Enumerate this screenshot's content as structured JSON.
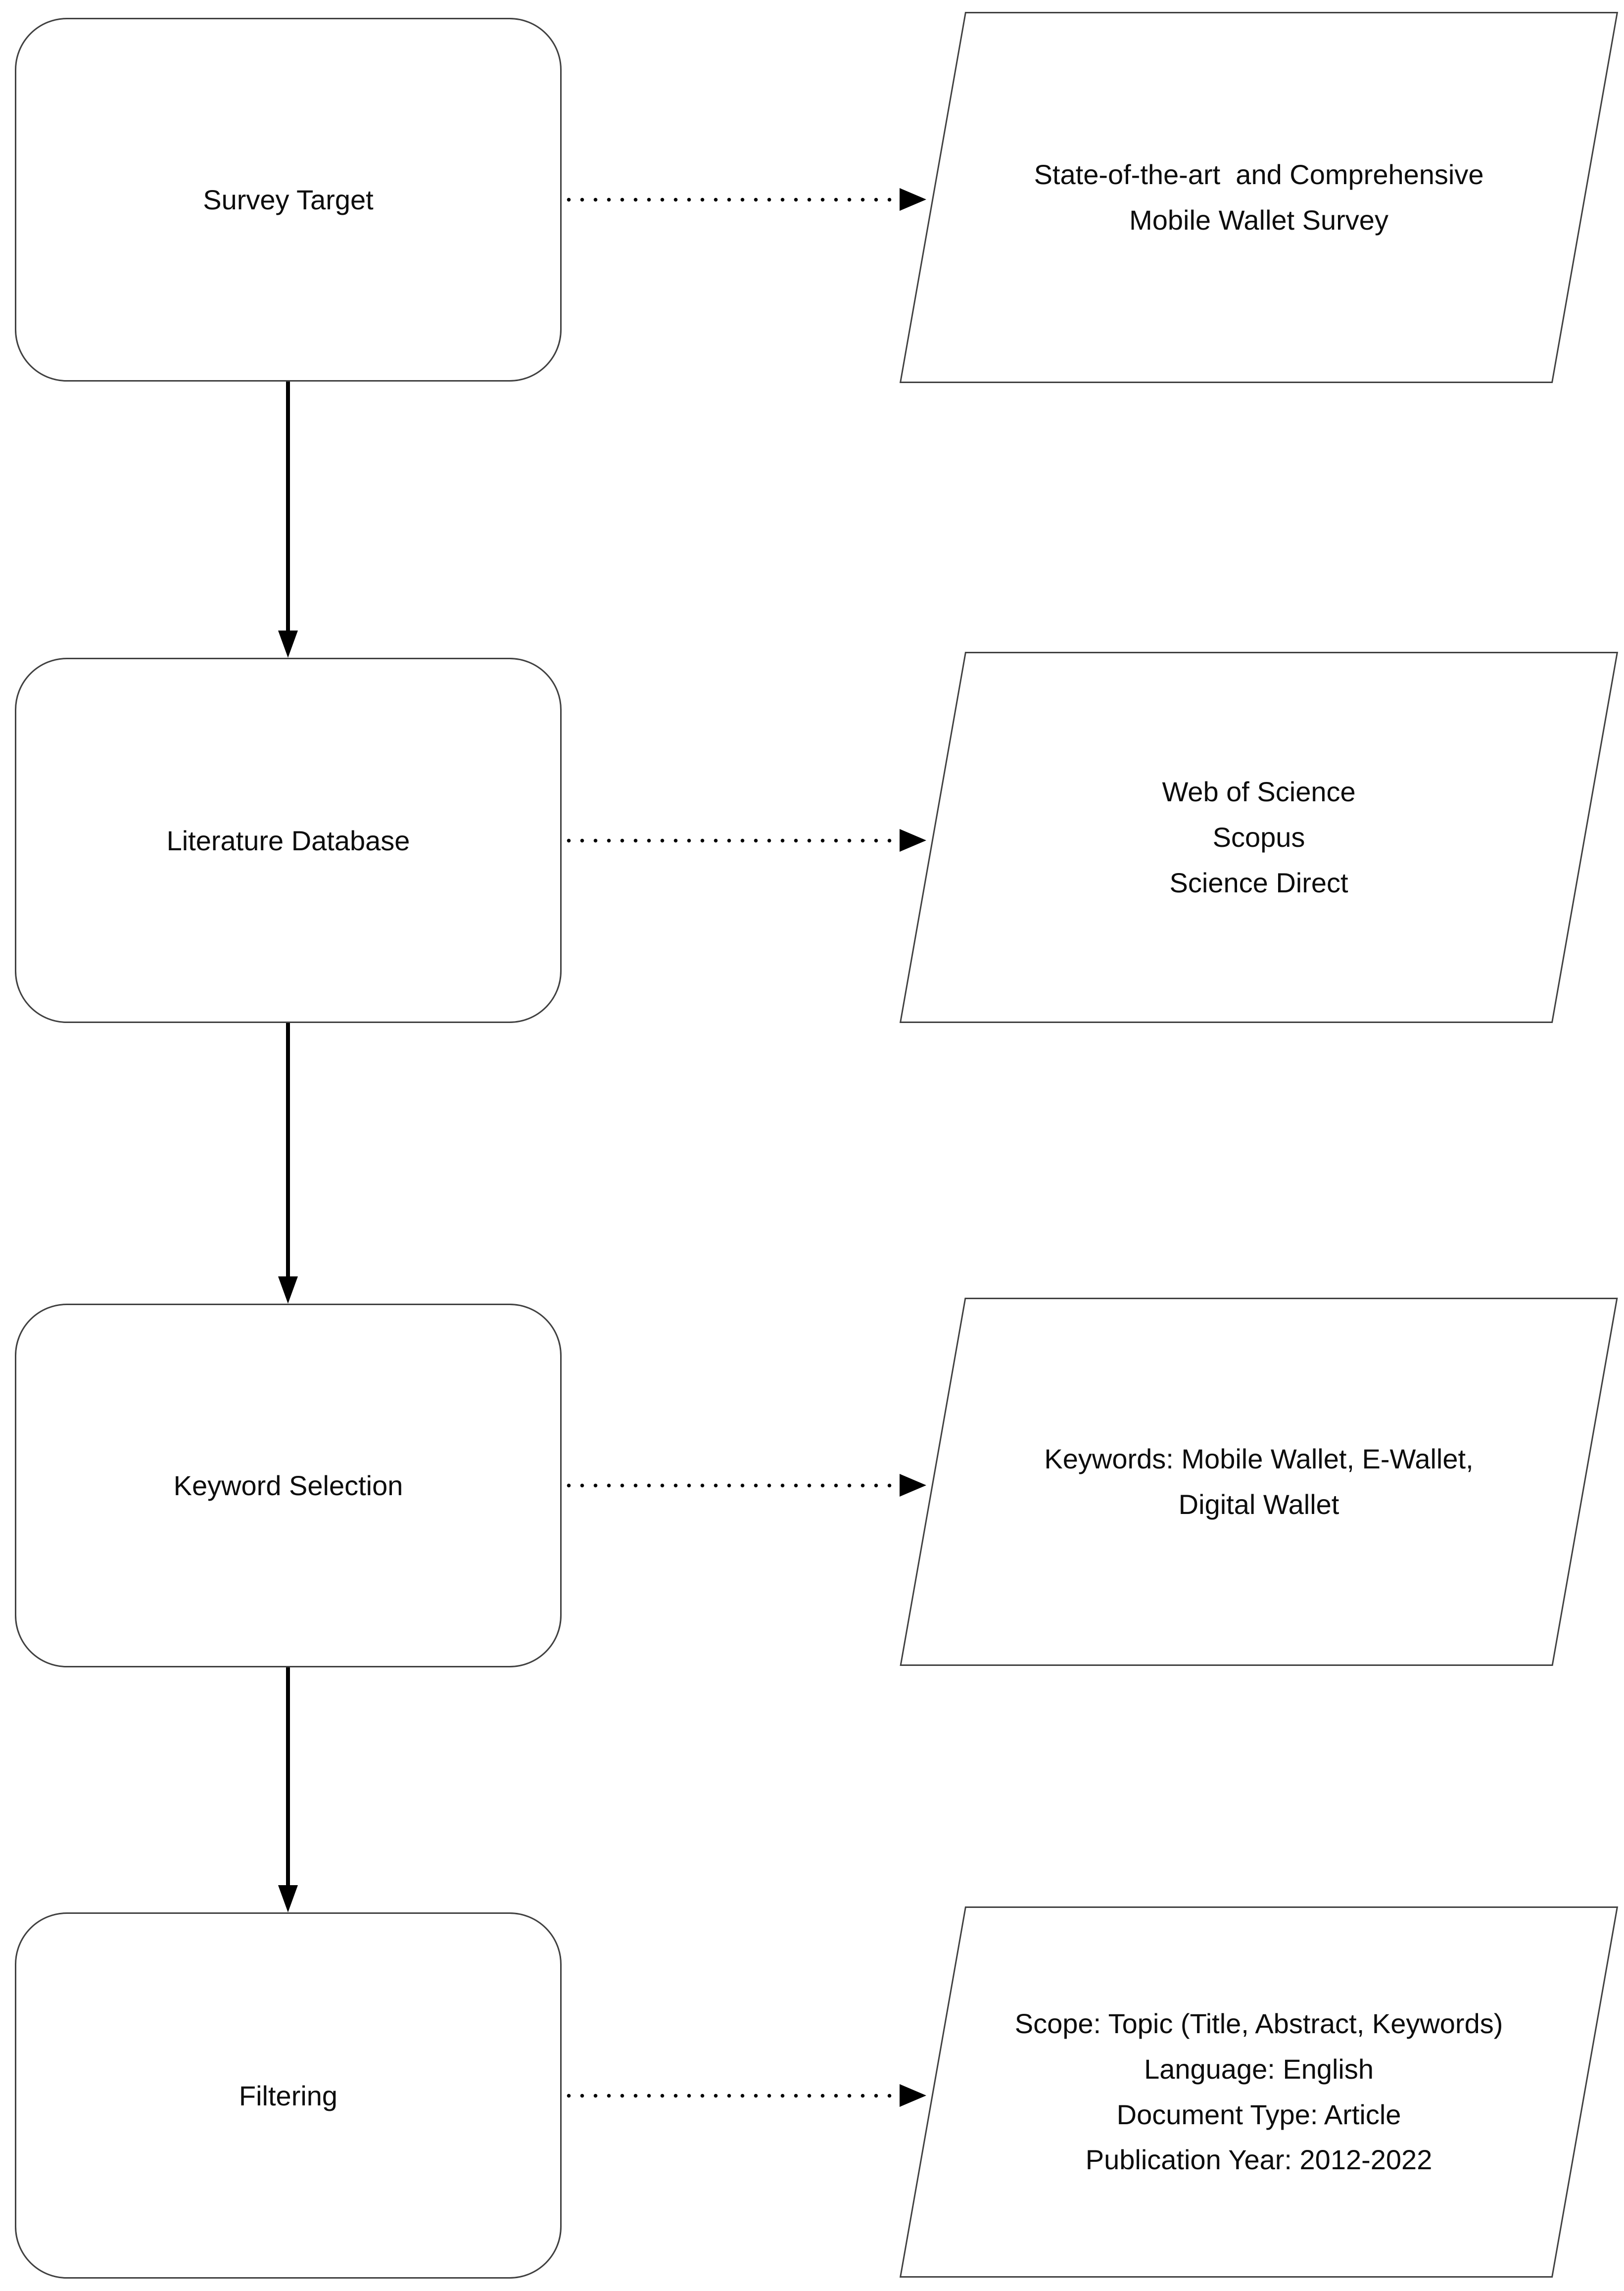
{
  "diagram": {
    "type": "flowchart",
    "colors": {
      "stroke": "#404040",
      "arrow": "#000000",
      "text": "#0d0d0d",
      "background": "#ffffff"
    },
    "steps": [
      {
        "id": "survey-target",
        "label": "Survey Target",
        "output": "State-of-the-art  and Comprehensive\nMobile Wallet Survey"
      },
      {
        "id": "literature-database",
        "label": "Literature Database",
        "output": "Web of Science\nScopus\nScience Direct"
      },
      {
        "id": "keyword-selection",
        "label": "Keyword Selection",
        "output": "Keywords: Mobile Wallet, E-Wallet,\nDigital Wallet"
      },
      {
        "id": "filtering",
        "label": "Filtering",
        "output": "Scope: Topic (Title, Abstract, Keywords)\nLanguage: English\nDocument Type: Article\nPublication Year: 2012-2022"
      }
    ],
    "connectors": {
      "vertical_style": "solid",
      "horizontal_style": "dotted"
    }
  }
}
